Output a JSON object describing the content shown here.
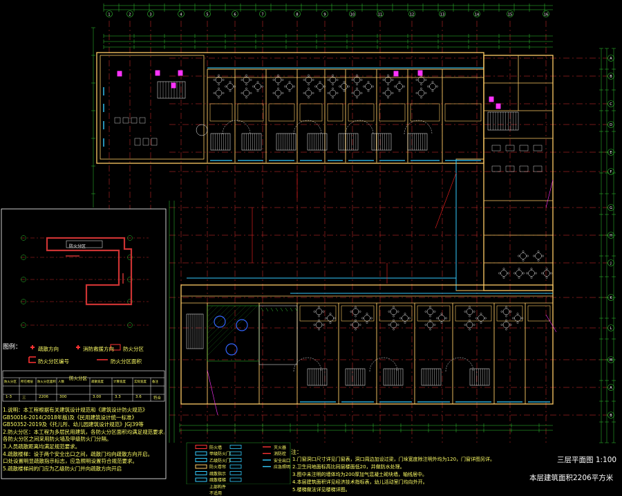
{
  "drawing": {
    "sheet_title": "三层平面图 1:100",
    "area_note": "本层建筑面积2206平方米"
  },
  "key_plan": {
    "legend_title": "图例：",
    "legend_items": [
      "疏散方向",
      "消防救援方向",
      "防火分区编号",
      "防火分区",
      "防火分区面积"
    ],
    "small_label": "防火分区"
  },
  "table": {
    "title": "防火分区",
    "headers": [
      "防火分区",
      "所在楼层",
      "防火分区面积",
      "人数",
      "疏散宽度",
      "计算宽度",
      "实际宽度",
      "备注"
    ],
    "row": [
      "1-3",
      "三",
      "2206",
      "300",
      "3.00",
      "3.3",
      "3.6",
      "符合"
    ]
  },
  "left_notes": [
    "1.说明：本工程根据有关建筑设计规范和《建筑设计防火规范》",
    "GB50016-2014(2018年版)及《民用建筑设计统一标准》",
    "GB50352-2019及《托儿所、幼儿园建筑设计规范》JGJ39等",
    "2.防火分区：本工程为多层民用建筑，各防火分区面积均满足规范要求，",
    "各防火分区之间采用防火墙及甲级防火门分隔。",
    "3.人员疏散距离均满足规范要求。",
    "4.疏散楼梯：设于两个安全出口之间，疏散门均向疏散方向开启。",
    "口处设置明显疏散指示标志，应急照明设置符合规范要求。",
    "5.疏散楼梯间的门应为乙级防火门并向疏散方向开启"
  ],
  "bottom_legend": [
    "防火墙",
    "甲级防火门",
    "乙级防火门",
    "防火卷帘",
    "疏散指示",
    "疏散楼梯",
    "上部构件",
    "不适用",
    "灭火器",
    "消防栓",
    "安全出口",
    "应急照明"
  ],
  "bottom_notes": {
    "heading": "注：",
    "lines": [
      "1.门窗洞口尺寸详见门窗表，洞口周边加设过梁，门垛宽度除注明外均为120，门窗详图另详。",
      "2.卫生间地面标高比同层楼面低20，并做防水处理。",
      "3.图中未注明的墙体均为200厚加气混凝土砌块墙，轴线居中。",
      "4.本层建筑面积详见经济技术指标表，幼儿活动室门均向外开。",
      "5.楼梯做法详见楼梯详图。"
    ]
  },
  "row_labels": [
    "A",
    "B",
    "C",
    "D",
    "E",
    "F",
    "G",
    "H",
    "J",
    "K",
    "L",
    "M"
  ],
  "col_labels": [
    "1",
    "2",
    "3",
    "4",
    "5",
    "6",
    "7",
    "8",
    "9",
    "10",
    "11",
    "12",
    "13",
    "14",
    "15",
    "16"
  ],
  "colors": {
    "background": "#000000",
    "wall": "#ffcc66",
    "axis": "#ff3333",
    "dimension": "#33cc33",
    "furniture": "#ffffff",
    "window": "#33ccff",
    "door": "#ff33ff",
    "note": "#ffff66",
    "evac": "#ff2222"
  }
}
